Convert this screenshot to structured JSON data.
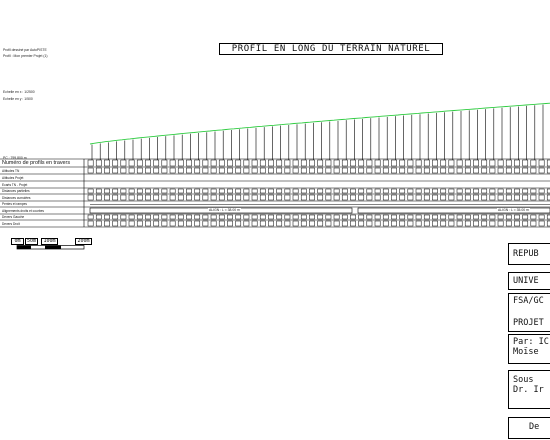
{
  "drawing": {
    "title": "PROFIL EN LONG DU TERRAIN NATUREL",
    "header_line_1": "Profil dessiné par AutoPISTE",
    "header_line_2": "Profil : Mon premier Projet (1)",
    "scale_line_1": "Echelle en x : 1/2500",
    "scale_line_2": "Echelle en y : 1/500",
    "ref_plane": "PC : 799,800 m"
  },
  "guitar_rows": [
    "Numéro de profils en travers",
    "Altitudes TN",
    "Altitudes Projet",
    "Ecarts TN - Projet",
    "Distances partielles",
    "Distances cumulées",
    "Pentes et rampes",
    "Alignements droits et courbes",
    "Devers Gauche",
    "Devers Droit"
  ],
  "alignment_labels": [
    "ALIGN : L = 38.00 m",
    "ALIGN : L = 35.00 m"
  ],
  "scale_bar": {
    "labels": [
      "0m",
      "50m",
      "100m",
      "200m"
    ]
  },
  "title_block": {
    "repub": "REPUB",
    "univ": "UNIVE",
    "fsa": "FSA/GC",
    "projet": "PROJET",
    "par_line1": "Par: IC",
    "par_line2": "Moïse",
    "sous_line1": "Sous",
    "sous_line2": "Dr. Ir",
    "de": "De"
  },
  "colors": {
    "terrain_line": "#2ecc40",
    "ink": "#000000"
  }
}
